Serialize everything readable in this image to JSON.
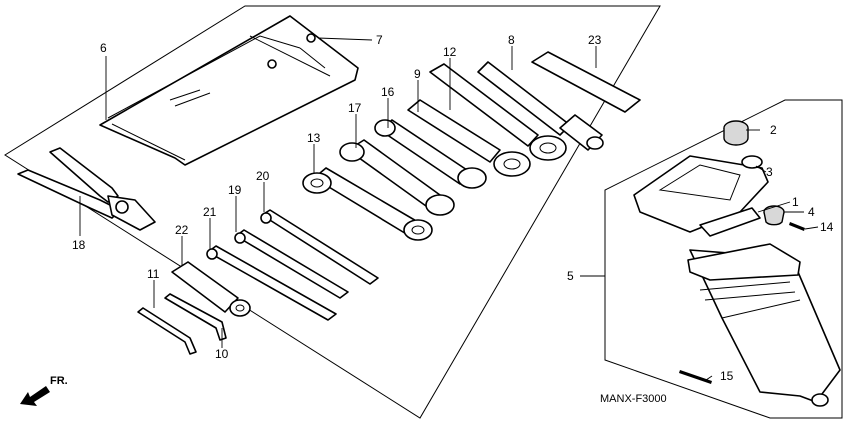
{
  "diagram": {
    "callouts": {
      "c1": "1",
      "c2": "2",
      "c3": "3",
      "c4": "4",
      "c5": "5",
      "c6": "6",
      "c7": "7",
      "c8": "8",
      "c9": "9",
      "c10": "10",
      "c11": "11",
      "c12": "12",
      "c13": "13",
      "c14": "14",
      "c15": "15",
      "c16": "16",
      "c17": "17",
      "c18": "18",
      "c19": "19",
      "c20": "20",
      "c21": "21",
      "c22": "22",
      "c23": "23"
    },
    "drawing_code": "MANX-F3000",
    "direction_label": "FR."
  }
}
